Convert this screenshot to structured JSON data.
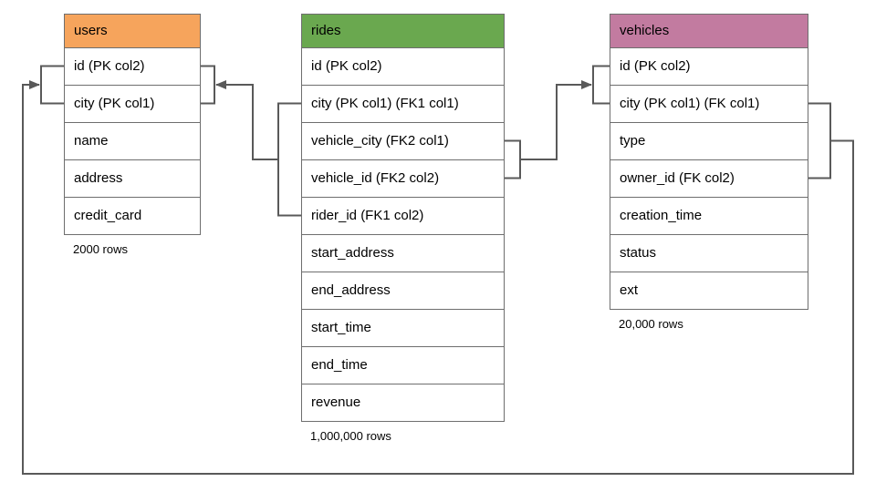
{
  "diagram": {
    "connector_color": "#595959",
    "tables": [
      {
        "title": "users",
        "header_color": "#F6A45C",
        "rows": [
          "id (PK col2)",
          "city (PK col1)",
          "name",
          "address",
          "credit_card"
        ],
        "row_count": "2000 rows"
      },
      {
        "title": "rides",
        "header_color": "#6AA84F",
        "rows": [
          "id (PK col2)",
          "city (PK col1) (FK1 col1)",
          "vehicle_city (FK2 col1)",
          "vehicle_id (FK2 col2)",
          "rider_id (FK1 col2)",
          "start_address",
          "end_address",
          "start_time",
          "end_time",
          "revenue"
        ],
        "row_count": "1,000,000 rows"
      },
      {
        "title": "vehicles",
        "header_color": "#C27BA0",
        "rows": [
          "id (PK col2)",
          "city (PK col1) (FK col1)",
          "type",
          "owner_id (FK col2)",
          "creation_time",
          "status",
          "ext"
        ],
        "row_count": "20,000 rows"
      }
    ]
  }
}
